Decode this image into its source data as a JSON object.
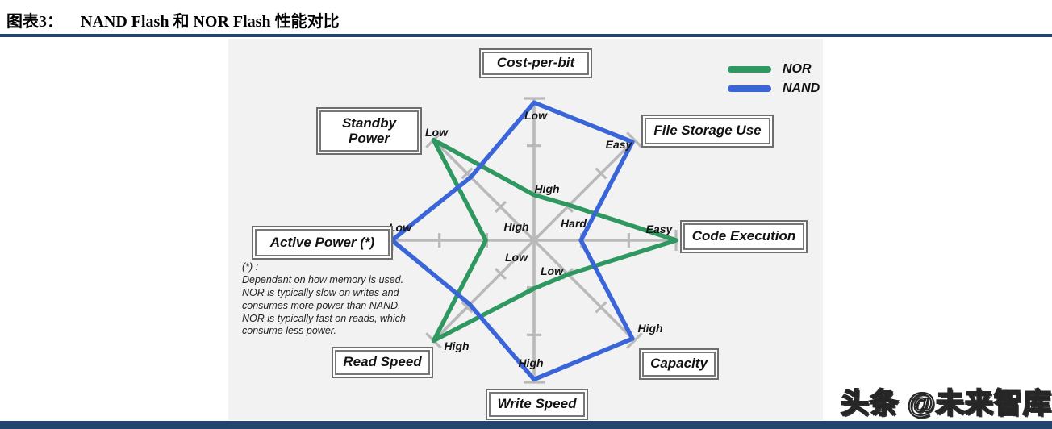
{
  "page": {
    "title_prefix": "图表3：",
    "title_text": "NAND Flash 和 NOR Flash 性能对比",
    "watermark": "头条 @未来智库",
    "accent_color": "#24456e"
  },
  "figure": {
    "footnote": "(*) :\nDependant on how memory is used.\nNOR is typically slow on writes and\nconsumes more power than NAND.\nNOR is typically fast on reads, which\nconsume less power.",
    "axis_color": "#b9b9b9"
  },
  "chart_data": {
    "type": "radar",
    "title": "NAND Flash 和 NOR Flash 性能对比",
    "legend_position": "top-right",
    "grid": "ticks at 1/3, 2/3 and end of each of 8 spokes",
    "scale": {
      "min": 0,
      "max": 1,
      "note": "fraction of spoke length from center; outer end = outer_label value"
    },
    "axes": [
      {
        "id": "cost_per_bit",
        "title": "Cost-per-bit",
        "outer_label": "Low",
        "inner_label": "High"
      },
      {
        "id": "file_storage_use",
        "title": "File Storage Use",
        "outer_label": "Easy",
        "inner_label": ""
      },
      {
        "id": "code_execution",
        "title": "Code Execution",
        "outer_label": "Easy",
        "inner_label": "Hard"
      },
      {
        "id": "capacity",
        "title": "Capacity",
        "outer_label": "High",
        "inner_label": ""
      },
      {
        "id": "write_speed",
        "title": "Write Speed",
        "outer_label": "High",
        "inner_label": "Low"
      },
      {
        "id": "read_speed",
        "title": "Read Speed",
        "outer_label": "High",
        "inner_label": "Low"
      },
      {
        "id": "active_power",
        "title": "Active Power (*)",
        "outer_label": "Low",
        "inner_label": "High"
      },
      {
        "id": "standby_power",
        "title": "Standby Power",
        "outer_label": "Low",
        "inner_label": ""
      }
    ],
    "series": [
      {
        "name": "NOR",
        "color": "#2f9760",
        "values": {
          "cost_per_bit": 0.32,
          "file_storage_use": 0.35,
          "code_execution": 1.0,
          "capacity": 0.34,
          "write_speed": 0.34,
          "read_speed": 1.0,
          "active_power": 0.34,
          "standby_power": 1.0
        }
      },
      {
        "name": "NAND",
        "color": "#3a65d9",
        "values": {
          "cost_per_bit": 0.97,
          "file_storage_use": 0.98,
          "code_execution": 0.33,
          "capacity": 0.98,
          "write_speed": 0.98,
          "read_speed": 0.64,
          "active_power": 1.0,
          "standby_power": 0.63
        }
      }
    ]
  }
}
